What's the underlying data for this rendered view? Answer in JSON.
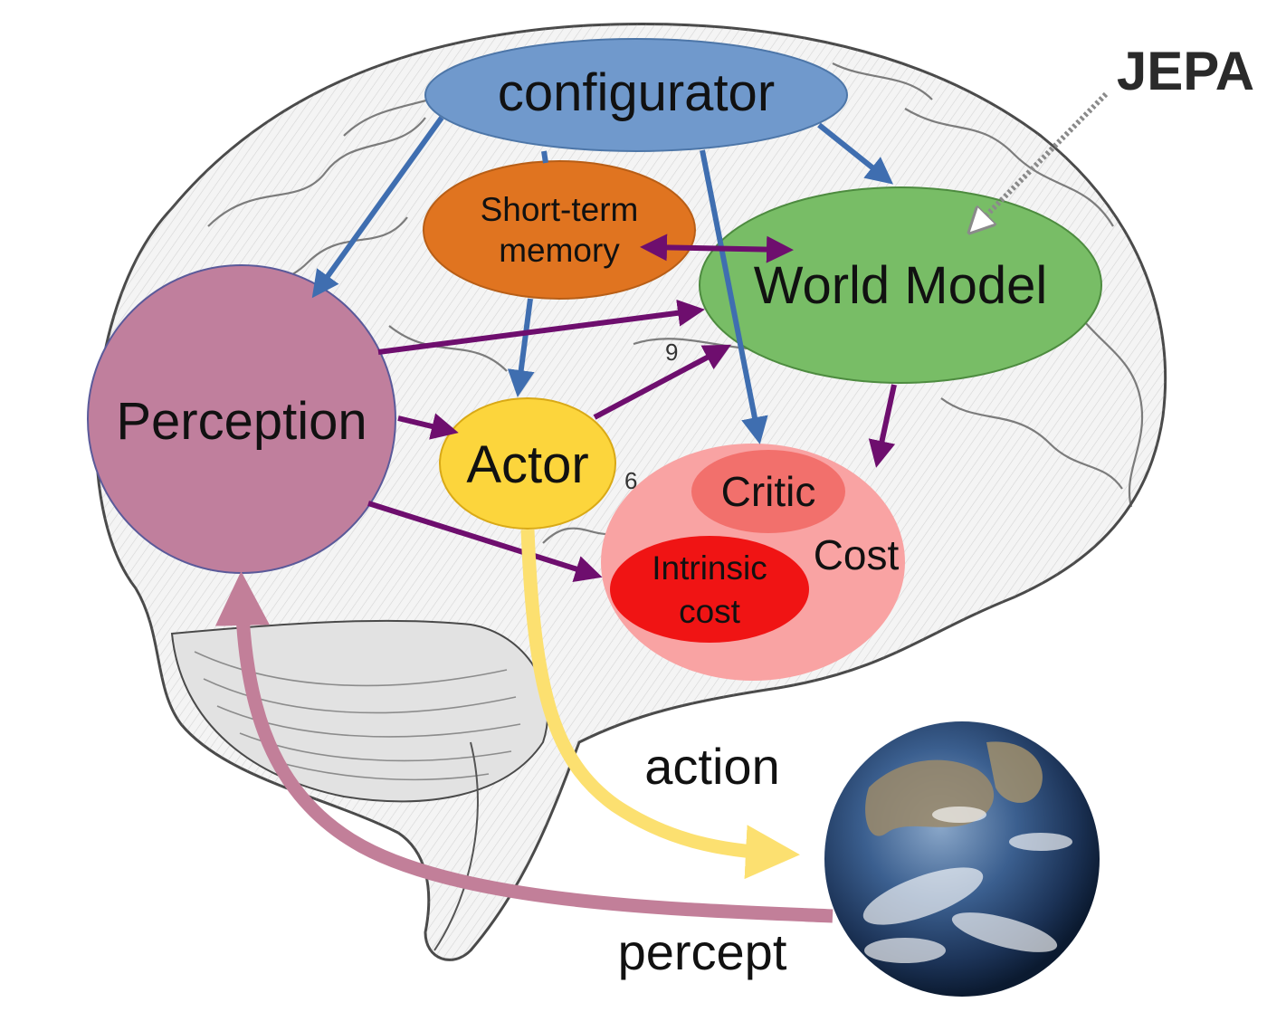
{
  "diagram": {
    "colors": {
      "configurator": "#7099cc",
      "short_term_memory": "#e07420",
      "world_model": "#78bd66",
      "perception": "#c07f9d",
      "actor": "#fcd53c",
      "cost": "#f9a3a3",
      "critic": "#f2706c",
      "intrinsic_cost": "#f01414",
      "config_arrows": "#3f6eb0",
      "purple_arrows": "#6e0e6e",
      "action_arrow": "#fce070",
      "percept_arrow": "#c27f99"
    },
    "labels": {
      "configurator": "configurator",
      "short_term_memory_line1": "Short-term",
      "short_term_memory_line2": "memory",
      "world_model": "World Model",
      "perception": "Perception",
      "actor": "Actor",
      "critic": "Critic",
      "intrinsic_cost_line1": "Intrinsic",
      "intrinsic_cost_line2": "cost",
      "cost": "Cost",
      "action": "action",
      "percept": "percept",
      "jepa": "JEPA"
    },
    "images": {
      "brain": "brain-illustration",
      "earth": "earth-globe"
    }
  }
}
